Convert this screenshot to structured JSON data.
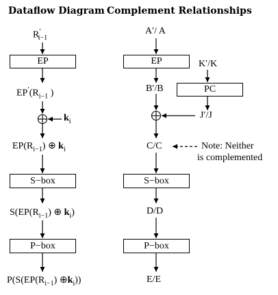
{
  "titles": {
    "left": "Dataflow Diagram",
    "right": "Complement  Relationships"
  },
  "left": {
    "r_prime": "R",
    "r_sub": "i−1",
    "ep_box": "EP",
    "ep_out": "EP",
    "ep_out_r": "R",
    "ep_out_sub": "i−1",
    "key": "k",
    "key_sub": "i",
    "xor_out_ep": "EP(R",
    "xor_out_sub": "i−1",
    "xor_out_tail": ")",
    "sbox": "S−box",
    "s_out": "S(EP(R",
    "s_out_sub": "i−1",
    "pbox": "P−box",
    "p_out": "P(S(EP(R",
    "p_out_sub": "i−1"
  },
  "right": {
    "ab": "A′/ A",
    "ep_box": "EP",
    "bb": "B′/B",
    "kk": "K′/K",
    "pc_box": "PC",
    "jj": "J′/J",
    "cc": "C/C",
    "note_line1": "Note: Neither",
    "note_line2": "is complemented",
    "sbox": "S−box",
    "dd": "D/D",
    "pbox": "P−box",
    "ee": "E/E"
  },
  "symbols": {
    "xor": "⊕"
  }
}
